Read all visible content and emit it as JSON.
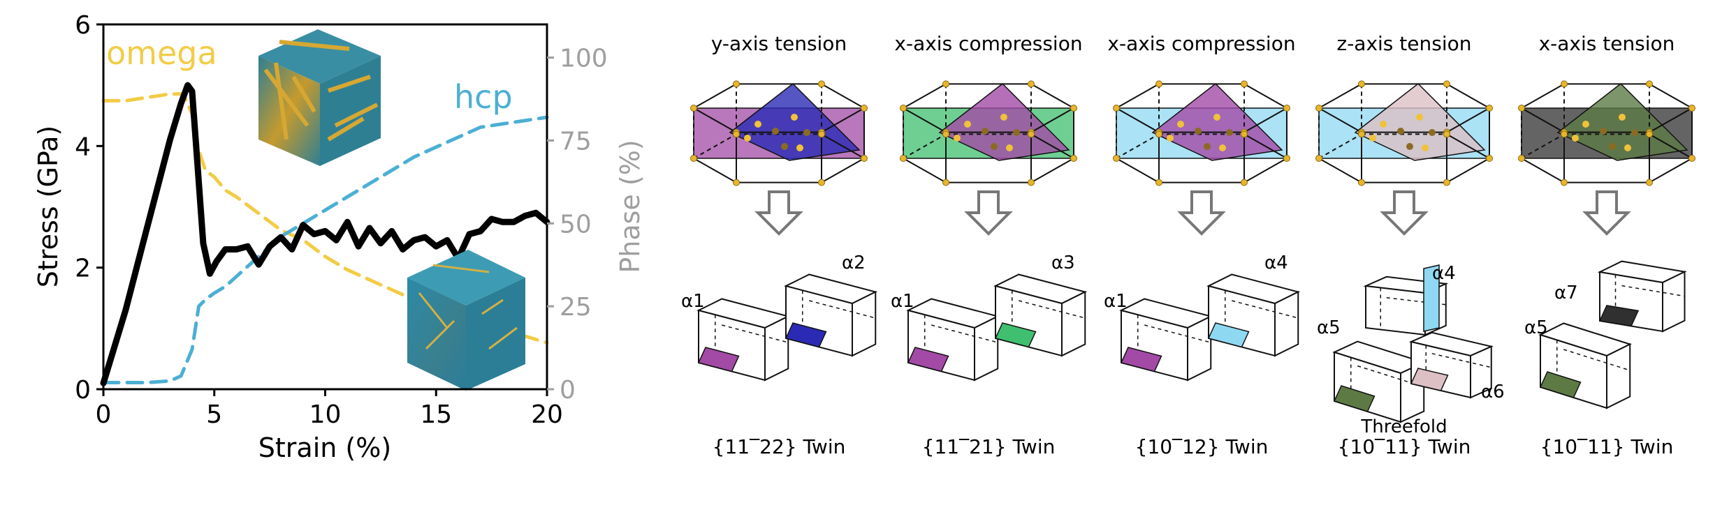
{
  "chart_data": {
    "type": "line",
    "xlabel": "Strain (%)",
    "ylabel": "Stress (GPa)",
    "y2label": "Phase (%)",
    "xlim": [
      0,
      20
    ],
    "ylim": [
      0,
      6
    ],
    "y2lim": [
      0,
      110
    ],
    "xticks": [
      0,
      5,
      10,
      15,
      20
    ],
    "yticks": [
      0,
      2,
      4,
      6
    ],
    "y2ticks": [
      0,
      25,
      50,
      75,
      100
    ],
    "grid": false,
    "series": [
      {
        "axis": "left",
        "color": "#000000",
        "dash": "solid",
        "x": [
          0,
          0.5,
          1,
          1.5,
          2,
          2.5,
          3,
          3.5,
          3.8,
          4.0,
          4.2,
          4.5,
          4.8,
          5.1,
          5.5,
          6,
          6.5,
          7,
          7.5,
          8,
          8.5,
          9,
          9.5,
          10,
          10.5,
          11,
          11.5,
          12,
          12.5,
          13,
          13.5,
          14,
          14.5,
          15,
          15.5,
          16,
          16.5,
          17,
          17.5,
          18,
          18.5,
          19,
          19.5,
          20
        ],
        "y": [
          0.1,
          0.7,
          1.3,
          2.0,
          2.7,
          3.4,
          4.1,
          4.7,
          5.0,
          4.9,
          3.9,
          2.4,
          1.9,
          2.1,
          2.3,
          2.3,
          2.35,
          2.05,
          2.35,
          2.5,
          2.3,
          2.7,
          2.55,
          2.6,
          2.45,
          2.75,
          2.35,
          2.65,
          2.4,
          2.6,
          2.3,
          2.45,
          2.5,
          2.35,
          2.45,
          2.15,
          2.55,
          2.6,
          2.8,
          2.75,
          2.75,
          2.85,
          2.9,
          2.75
        ]
      },
      {
        "axis": "right",
        "label": "omega",
        "color": "#f2cc46",
        "dash": "dashed",
        "x": [
          0,
          1,
          2,
          3,
          3.6,
          4.0,
          4.3,
          4.6,
          5,
          5.5,
          6,
          7,
          8,
          9,
          10,
          11,
          12,
          13,
          14,
          15,
          16,
          17,
          18,
          19,
          20
        ],
        "y": [
          87,
          87,
          88,
          89,
          89,
          83,
          72,
          66,
          64,
          60,
          58,
          53,
          48,
          45,
          40,
          36,
          33,
          30,
          27,
          24,
          22,
          20,
          18,
          16,
          14
        ]
      },
      {
        "axis": "right",
        "label": "hcp",
        "color": "#4bafd4",
        "dash": "dashed",
        "x": [
          0,
          1,
          2,
          3,
          3.5,
          4.0,
          4.3,
          4.6,
          5,
          5.5,
          6,
          7,
          8,
          9,
          10,
          11,
          12,
          13,
          14,
          15,
          16,
          17,
          18,
          19,
          20
        ],
        "y": [
          2,
          2,
          2,
          2.5,
          4,
          12,
          25,
          27,
          29,
          31,
          34,
          40,
          46,
          50,
          54,
          58,
          62,
          66,
          70,
          73,
          76,
          79,
          80,
          81,
          82
        ]
      }
    ]
  },
  "panels": {
    "p1": {
      "title": "y-axis tension",
      "caption": "{11‾22} Twin",
      "labels": [
        "α1",
        "α2"
      ]
    },
    "p2": {
      "title": "x-axis compression",
      "caption": "{11‾21} Twin",
      "labels": [
        "α1",
        "α3"
      ]
    },
    "p3": {
      "title": "x-axis compression",
      "caption": "{10‾12} Twin",
      "labels": [
        "α1",
        "α4"
      ]
    },
    "p4": {
      "title": "z-axis tension",
      "caption": "{10‾11} Twin",
      "note": "Threefold",
      "labels": [
        "α4",
        "α5",
        "α6"
      ]
    },
    "p5": {
      "title": "x-axis tension",
      "caption": "{10‾11} Twin",
      "labels": [
        "α7",
        "α5"
      ]
    }
  },
  "colors": {
    "magenta": "#a24aa6",
    "blue": "#2a2ab4",
    "green": "#3fbf6f",
    "lightblue": "#8fd8f2",
    "pink": "#dcc0c4",
    "olive": "#5d7a45",
    "dark": "#303030"
  }
}
